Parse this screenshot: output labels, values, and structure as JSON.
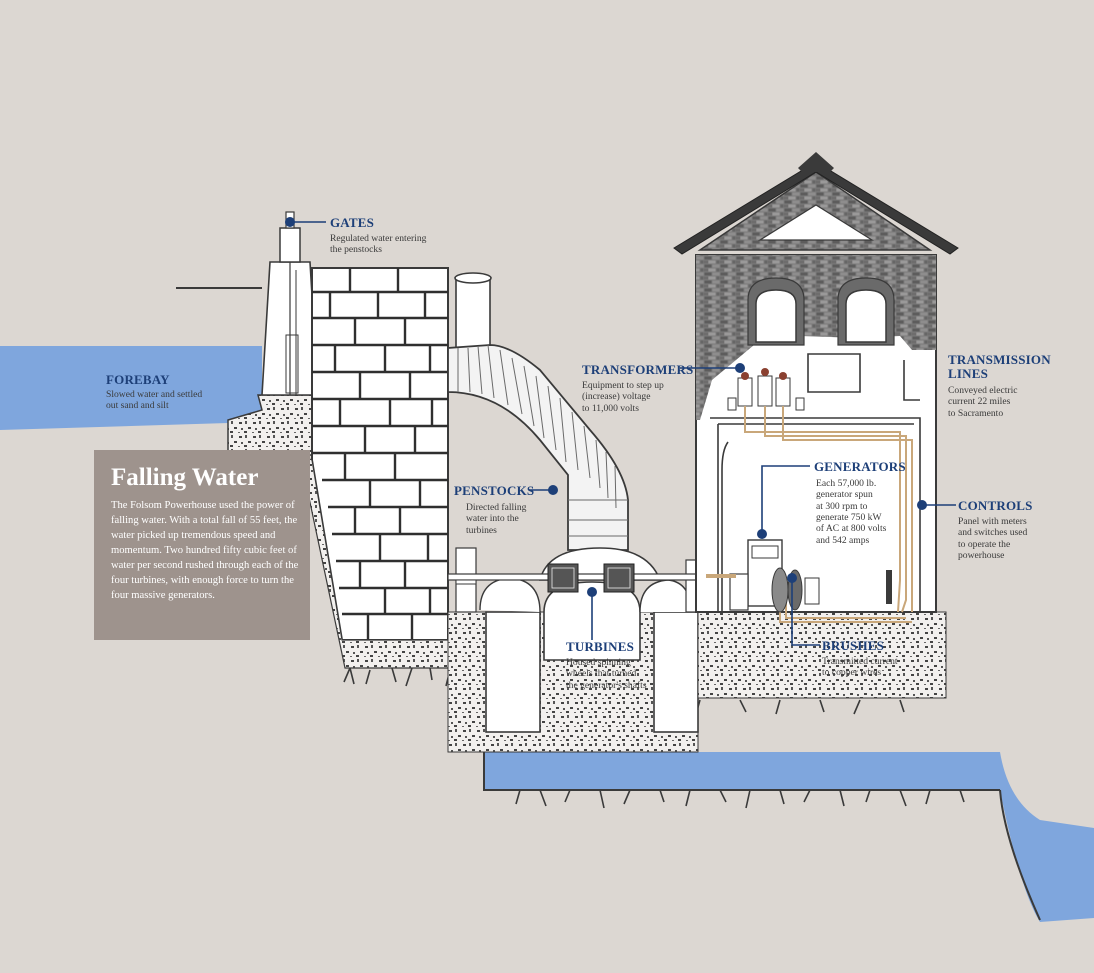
{
  "info_box": {
    "title": "Falling Water",
    "body": "The Folsom Powerhouse used the power of falling water. With a total fall of 55 feet, the water picked up tremendous speed and momentum.  Two hundred fifty cubic feet of water per second rushed through each of the four turbines, with enough force to turn the four massive generators."
  },
  "callouts": {
    "gates": {
      "title": "GATES",
      "text": "Regulated water entering\nthe penstocks"
    },
    "forebay": {
      "title": "FOREBAY",
      "text": "Slowed water and settled\nout sand and silt"
    },
    "penstocks": {
      "title": "PENSTOCKS",
      "text": "Directed falling\nwater into the\nturbines"
    },
    "turbines": {
      "title": "TURBINES",
      "text": "Housed spinning\nwheels that turned\nthe generator's shafts"
    },
    "transformers": {
      "title": "TRANSFORMERS",
      "text": "Equipment to step up\n(increase) voltage\nto 11,000 volts"
    },
    "generators": {
      "title": "GENERATORS",
      "text": "Each 57,000 lb.\ngenerator spun\nat 300 rpm to\ngenerate 750 kW\nof AC at 800 volts\nand 542 amps"
    },
    "brushes": {
      "title": "BRUSHES",
      "text": "Transmitted current\nto copper wires"
    },
    "transmission_lines": {
      "title": "TRANSMISSION\nLINES",
      "text": "Conveyed electric\ncurrent 22 miles\nto Sacramento"
    },
    "controls": {
      "title": "CONTROLS",
      "text": "Panel with meters\nand switches used\nto operate the\npowerhouse"
    }
  },
  "colors": {
    "background": "#dcd7d2",
    "water": "#7fa6dd",
    "label_blue": "#1d3f78",
    "box_fill": "#9e938d",
    "outline": "#3a3a3a",
    "copper": "#c9a77a"
  }
}
